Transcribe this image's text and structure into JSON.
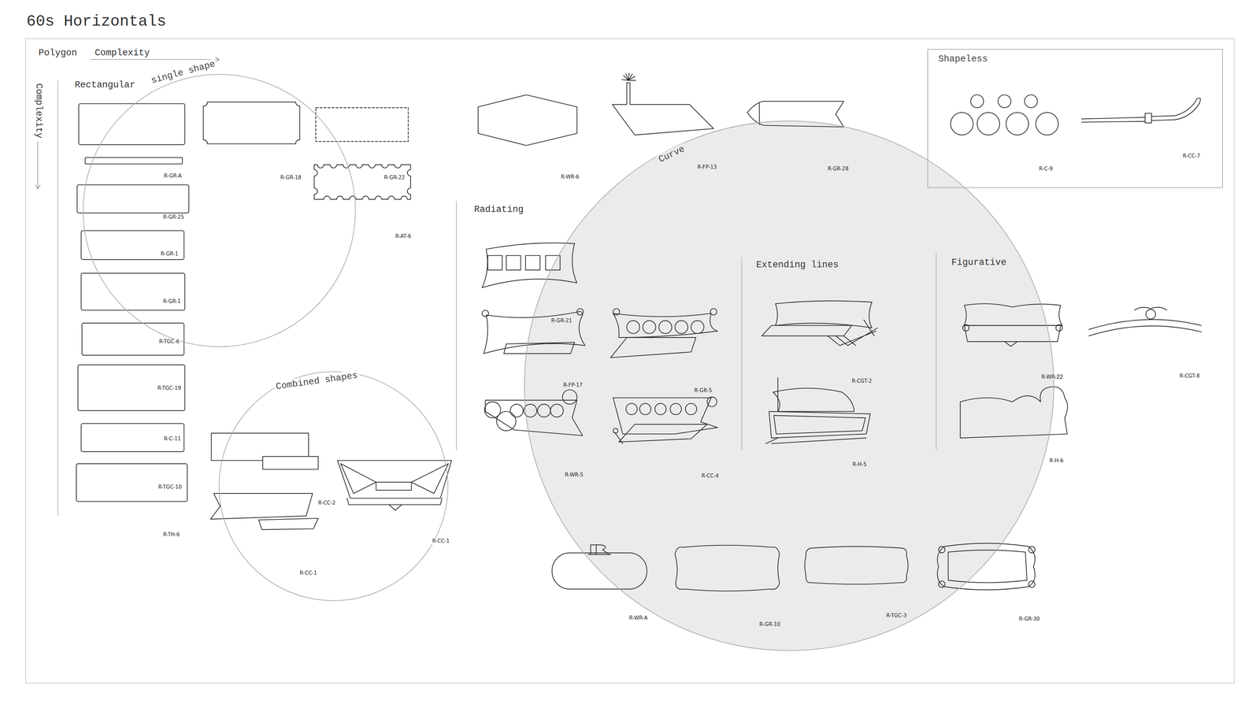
{
  "diagram": {
    "title": "60s Horizontals",
    "nodes": [
      {
        "text": [
          "single shape"
        ]
      },
      {
        "text": [
          "Combined shapes"
        ]
      },
      {
        "text": [
          "Curve"
        ]
      },
      {
        "text": [
          "Shapeless"
        ]
      }
    ],
    "labels": [
      "Polygon",
      "Complexity",
      "Complexity",
      "Rectangular",
      "R-GR-A",
      "R-GR-25",
      "R-GR-1",
      "R-GR-1",
      "R-TGC-6",
      "R-TGC-19",
      "R-C-11",
      "R-TGC-10",
      "R-TH-6",
      "R-GR-18",
      "R-GR-22",
      "R-AT-6",
      "R-CC-2",
      "R-CC-1",
      "R-CC-1",
      "R-WR-6",
      "R-FP-13",
      "R-GR-28",
      "R-C-9",
      "R-CC-7",
      "Radiating",
      "Extending lines",
      "Figurative",
      "R-GR-21",
      "R-FP-17",
      "R-WR-5",
      "R-GR-5",
      "R-CC-4",
      "R-CGT-2",
      "R-H-5",
      "R-WR-22",
      "R-CGT-8",
      "R-H-6",
      "R-WR-A",
      "R-GR-10",
      "R-TGC-3",
      "R-GR-30"
    ]
  }
}
